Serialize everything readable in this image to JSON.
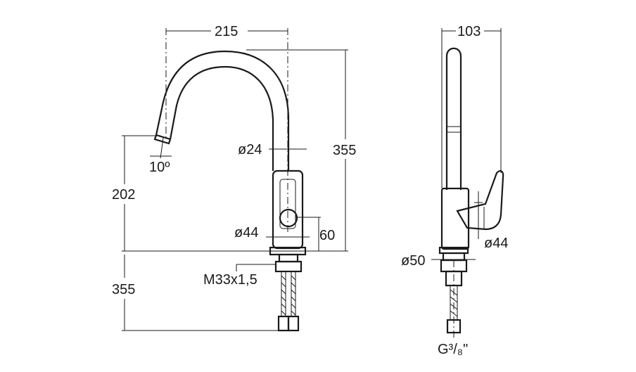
{
  "front_view": {
    "dim_width": "215",
    "dim_spout_height": "355",
    "dim_angle": "10º",
    "dim_outlet_height": "202",
    "dim_tube_diameter": "ø24",
    "dim_body_diameter": "ø44",
    "dim_base_height": "60",
    "dim_thread": "M33x1,5",
    "dim_hose_length": "355"
  },
  "side_view": {
    "dim_depth": "103",
    "dim_body_diameter": "ø44",
    "dim_base_diameter": "ø50",
    "dim_connection": "G³/₈\""
  }
}
